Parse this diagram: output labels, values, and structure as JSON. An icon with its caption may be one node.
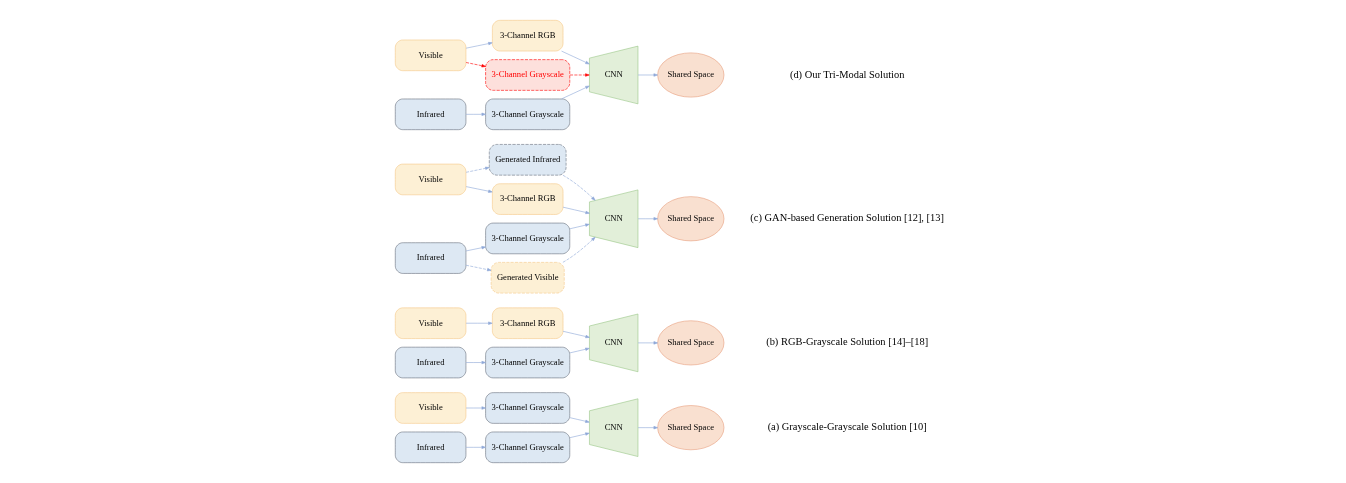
{
  "diagram": {
    "nodes": [
      {
        "text": [
          "Visible"
        ]
      },
      {
        "text": [
          "Infrared"
        ]
      },
      {
        "text": [
          "3-Channel Grayscale"
        ]
      },
      {
        "text": [
          "3-Channel Grayscale"
        ]
      },
      {
        "text": [
          "CNN"
        ]
      },
      {
        "text": [
          "Shared Space"
        ]
      },
      {
        "text": [
          "Visible"
        ]
      },
      {
        "text": [
          "Infrared"
        ]
      },
      {
        "text": [
          "3-Channel RGB"
        ]
      },
      {
        "text": [
          "3-Channel Grayscale"
        ]
      },
      {
        "text": [
          "CNN"
        ]
      },
      {
        "text": [
          "Shared Space"
        ]
      },
      {
        "text": [
          "Visible"
        ]
      },
      {
        "text": [
          "Infrared"
        ]
      },
      {
        "text": [
          "3-Channel RGB"
        ]
      },
      {
        "text": [
          "Generated Infrared"
        ]
      },
      {
        "text": [
          "Generated Visible"
        ]
      },
      {
        "text": [
          "3-Channel Grayscale"
        ]
      },
      {
        "text": [
          "CNN"
        ]
      },
      {
        "text": [
          "Shared Space"
        ]
      },
      {
        "text": [
          "3-Channel Grayscale"
        ]
      },
      {
        "text": [
          "Visible"
        ]
      },
      {
        "text": [
          "Infrared"
        ]
      },
      {
        "text": [
          "3-Channel RGB"
        ]
      },
      {
        "text": [
          "3-Channel Grayscale"
        ]
      },
      {
        "text": [
          "CNN"
        ]
      },
      {
        "text": [
          "Shared Space"
        ]
      }
    ],
    "edges": [
      {
        "from": 0,
        "to": 2,
        "arrow": "to"
      },
      {
        "from": 1,
        "to": 3,
        "arrow": "to"
      },
      {
        "from": 2,
        "to": 4,
        "arrow": "to"
      },
      {
        "from": 3,
        "to": 4,
        "arrow": "to"
      },
      {
        "from": 4,
        "to": 5,
        "arrow": "to"
      },
      {
        "from": 6,
        "to": 8,
        "arrow": "to"
      },
      {
        "from": 7,
        "to": 9,
        "arrow": "to"
      },
      {
        "from": 8,
        "to": 10,
        "arrow": "to"
      },
      {
        "from": 9,
        "to": 10,
        "arrow": "to"
      },
      {
        "from": 10,
        "to": 11,
        "arrow": "to"
      },
      {
        "from": 12,
        "to": 14,
        "arrow": "to"
      },
      {
        "from": 12,
        "to": 15,
        "arrow": "to",
        "style": "dashed"
      },
      {
        "from": 13,
        "to": 16,
        "arrow": "to",
        "style": "dashed"
      },
      {
        "from": 13,
        "to": 17,
        "arrow": "to"
      },
      {
        "from": 14,
        "to": 18,
        "arrow": "to"
      },
      {
        "from": 15,
        "to": 18,
        "arrow": "to",
        "style": "dashed"
      },
      {
        "from": 16,
        "to": 18,
        "arrow": "to",
        "style": "dashed"
      },
      {
        "from": 17,
        "to": 18,
        "arrow": "to"
      },
      {
        "from": 18,
        "to": 19,
        "arrow": "to"
      },
      {
        "from": 21,
        "to": 20,
        "arrow": "to",
        "style": "dashed",
        "color": "#ff0000"
      },
      {
        "from": 21,
        "to": 23,
        "arrow": "to"
      },
      {
        "from": 22,
        "to": 24,
        "arrow": "to"
      },
      {
        "from": 20,
        "to": 25,
        "arrow": "to",
        "style": "dashed",
        "color": "#ff0000"
      },
      {
        "from": 23,
        "to": 25,
        "arrow": "to"
      },
      {
        "from": 24,
        "to": 25,
        "arrow": "to"
      },
      {
        "from": 25,
        "to": 26,
        "arrow": "to"
      }
    ],
    "labels": [
      "(a) Grayscale-Grayscale Solution [10]",
      "(b) RGB-Grayscale Solution [14]–[18]",
      "(c) GAN-based Generation Solution [12], [13]",
      "(d) Our Tri-Modal Solution"
    ]
  }
}
